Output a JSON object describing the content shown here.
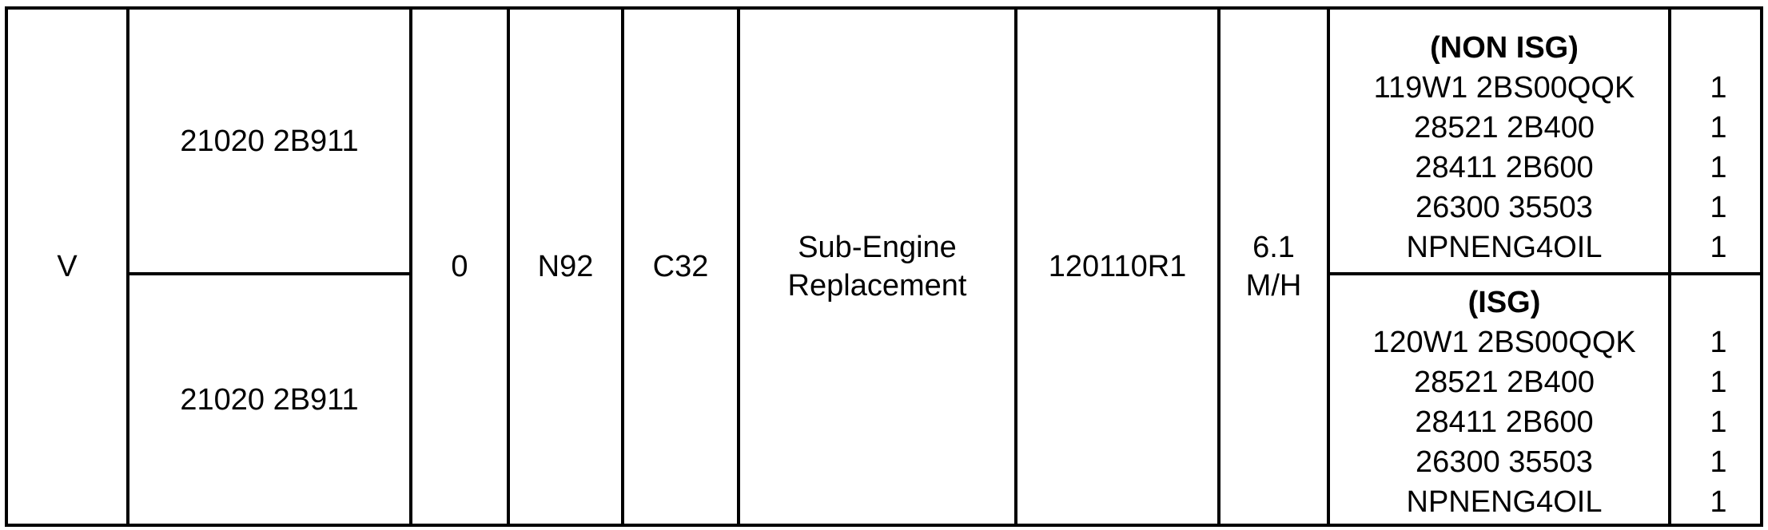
{
  "row": {
    "code": "V",
    "part_numbers": [
      "21020 2B911",
      "21020 2B911"
    ],
    "zero": "0",
    "n_code": "N92",
    "c_code": "C32",
    "description_line1": "Sub-Engine",
    "description_line2": "Replacement",
    "op_code": "120110R1",
    "time_line1": "6.1",
    "time_line2": "M/H"
  },
  "groups": [
    {
      "heading": "(NON ISG)",
      "items": [
        {
          "part": "119W1 2BS00QQK",
          "qty": "1"
        },
        {
          "part": "28521 2B400",
          "qty": "1"
        },
        {
          "part": "28411 2B600",
          "qty": "1"
        },
        {
          "part": "26300 35503",
          "qty": "1"
        },
        {
          "part": "NPNENG4OIL",
          "qty": "1"
        }
      ]
    },
    {
      "heading": "(ISG)",
      "items": [
        {
          "part": "120W1 2BS00QQK",
          "qty": "1"
        },
        {
          "part": "28521 2B400",
          "qty": "1"
        },
        {
          "part": "28411 2B600",
          "qty": "1"
        },
        {
          "part": "26300 35503",
          "qty": "1"
        },
        {
          "part": "NPNENG4OIL",
          "qty": "1"
        }
      ]
    }
  ]
}
